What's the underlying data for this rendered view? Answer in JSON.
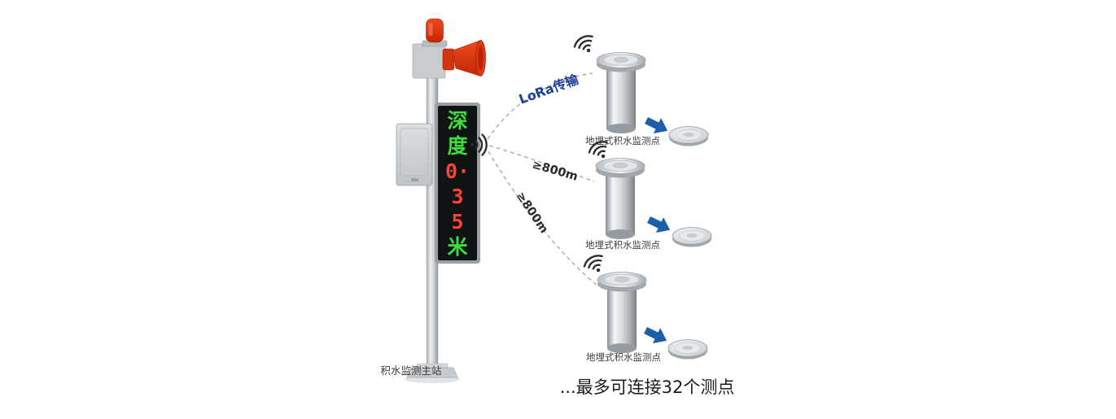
{
  "diagram": {
    "main_station": {
      "label": "积水监测主站",
      "display_lines": [
        {
          "text": "深",
          "color": "green"
        },
        {
          "text": "度",
          "color": "green"
        },
        {
          "text": "0·",
          "color": "red"
        },
        {
          "text": "3",
          "color": "red"
        },
        {
          "text": "5",
          "color": "red"
        },
        {
          "text": "米",
          "color": "green"
        }
      ]
    },
    "links": {
      "lora": "LoRa传输",
      "range1": "≥800m",
      "range2": "≥800m"
    },
    "sensors": [
      {
        "label": "地埋式积水监测点"
      },
      {
        "label": "地埋式积水监测点"
      },
      {
        "label": "地埋式积水监测点"
      }
    ],
    "footer_note": "...最多可连接32个测点"
  },
  "colors": {
    "alarm_red": "#e33a12",
    "led_green": "#3ddd3d",
    "led_red": "#ff4433",
    "link_label_blue": "#1d3f94",
    "arrow_blue": "#1a5fa8",
    "dash_gray": "#b0b4b8",
    "label_text": "#3c3c3c"
  }
}
